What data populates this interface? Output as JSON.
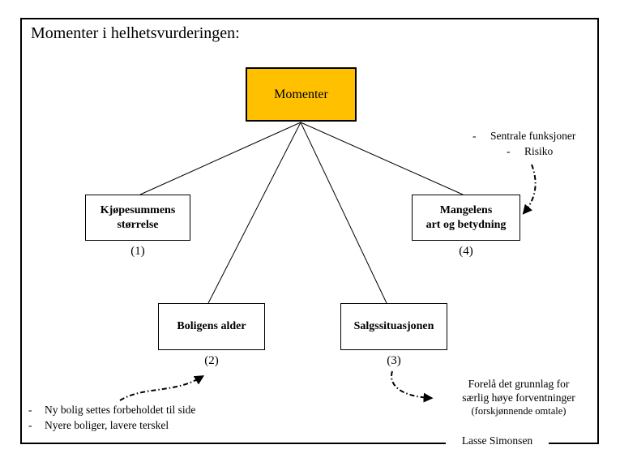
{
  "slide": {
    "title": "Momenter i helhetsvurderingen:",
    "author": "Lasse Simonsen"
  },
  "colors": {
    "root_box_fill": "#FFC000",
    "line_color": "#000000",
    "background": "#FFFFFF"
  },
  "tree": {
    "root": {
      "label": "Momenter"
    },
    "children": [
      {
        "line1": "Kjøpesummens",
        "line2": "størrelse",
        "number": "(1)"
      },
      {
        "line1": "Boligens alder",
        "line2": "",
        "number": "(2)"
      },
      {
        "line1": "Salgssituasjonen",
        "line2": "",
        "number": "(3)"
      },
      {
        "line1": "Mangelens",
        "line2": "art og betydning",
        "number": "(4)"
      }
    ]
  },
  "annotations": {
    "bullet": "-",
    "top_right": {
      "item1": "Sentrale funksjoner",
      "item2": "Risiko"
    },
    "bottom_left": {
      "item1": "Ny bolig settes forbeholdet til side",
      "item2": "Nyere boliger, lavere terskel"
    },
    "bottom_right": {
      "line1": "Forelå det grunnlag for",
      "line2": "særlig høye forventninger",
      "line3": "(forskjønnende omtale)"
    }
  }
}
